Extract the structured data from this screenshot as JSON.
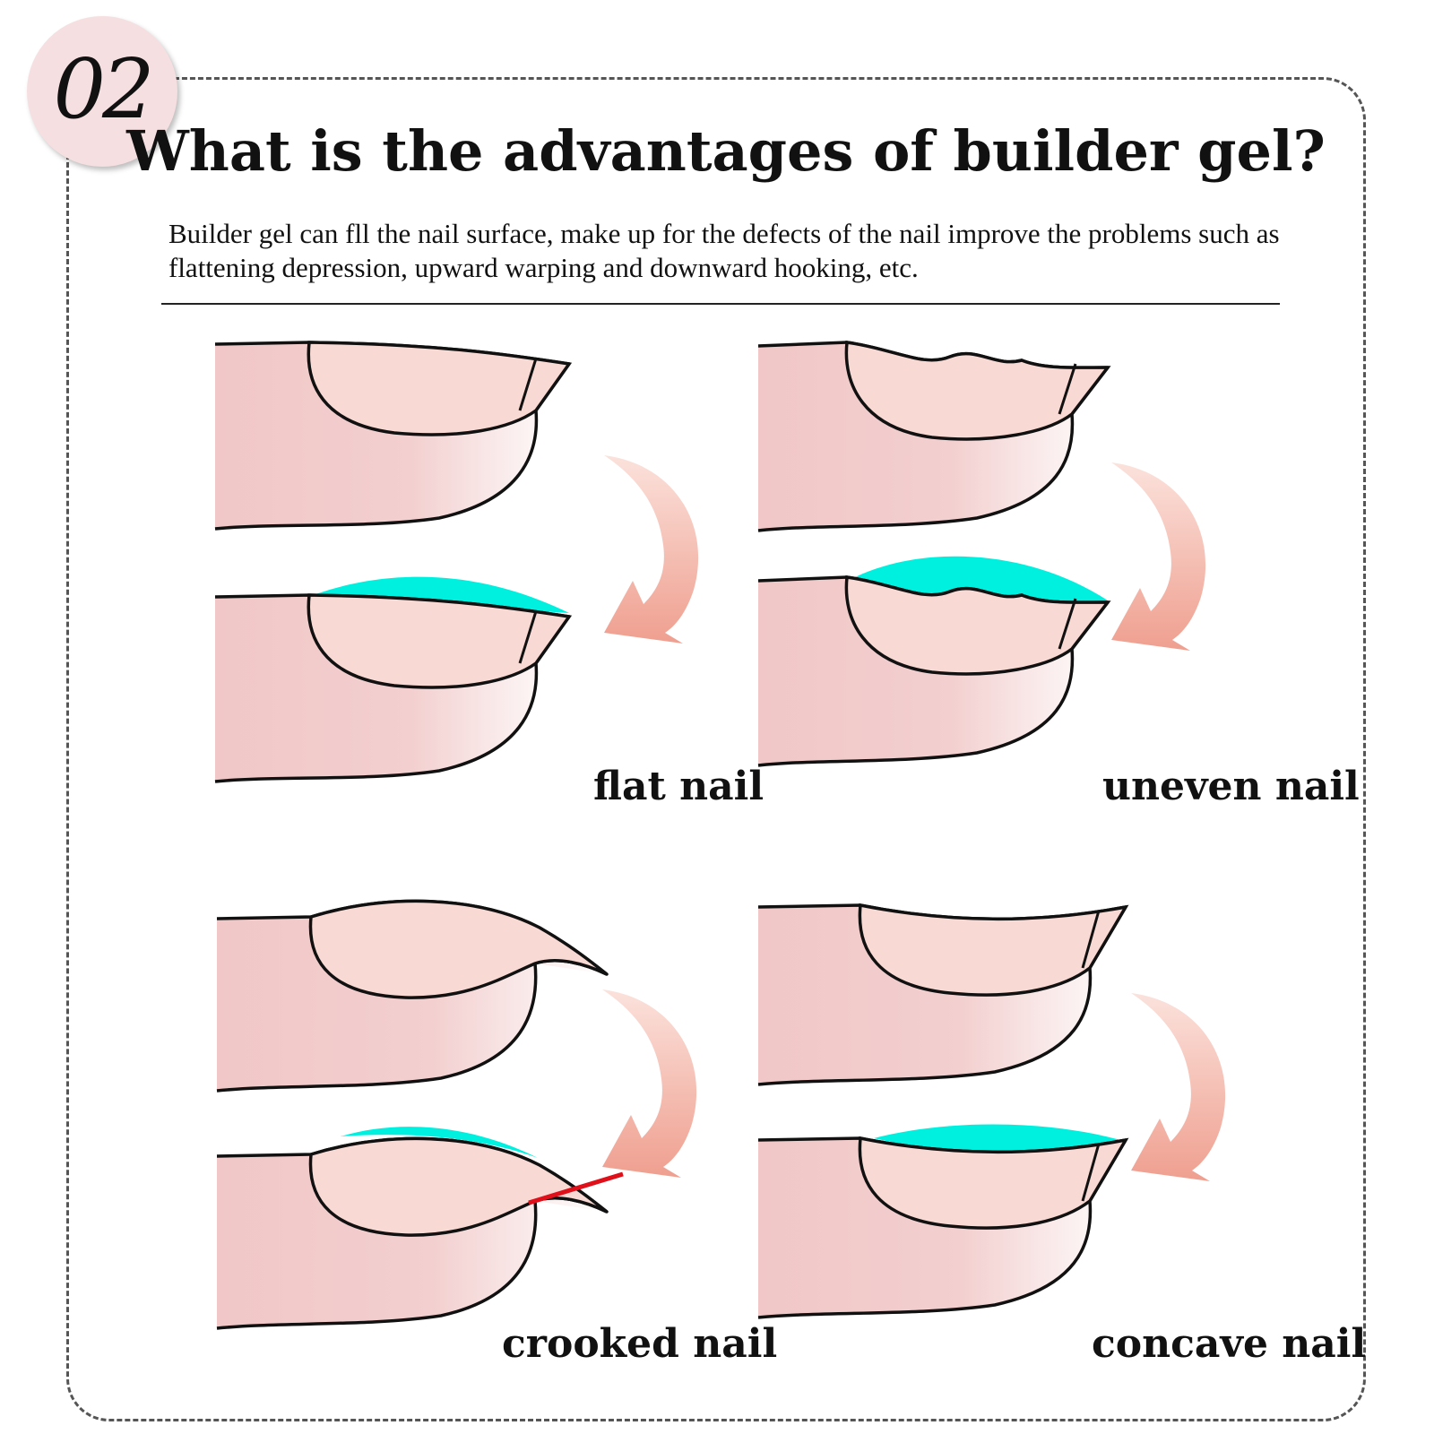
{
  "badge": {
    "number": "02"
  },
  "header": {
    "title": "What is the advantages of builder gel?",
    "description": "Builder gel can fll the nail surface, make up for the defects of the nail improve the problems such as flattening depression, upward warping and downward hooking, etc."
  },
  "panels": [
    {
      "id": "flat",
      "label": "flat nail"
    },
    {
      "id": "uneven",
      "label": "uneven nail"
    },
    {
      "id": "crooked",
      "label": "crooked nail"
    },
    {
      "id": "concave",
      "label": "concave nail"
    }
  ],
  "colors": {
    "skin": "#f0c9c9",
    "nail": "#f9d9d4",
    "gel": "#00f0e0",
    "arrow": "#f2a89b",
    "cut_line": "#e0101a",
    "badge": "#f6dfe1"
  }
}
